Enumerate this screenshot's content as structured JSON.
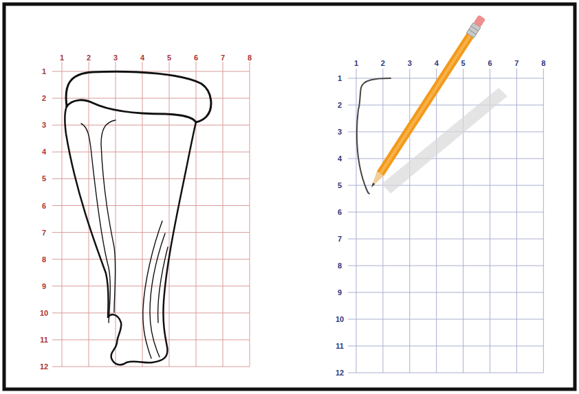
{
  "diagram": {
    "labels": [
      "1",
      "2",
      "3",
      "4",
      "5",
      "6",
      "7",
      "8",
      "1",
      "2",
      "3",
      "4",
      "5",
      "6",
      "7",
      "8",
      "9",
      "10",
      "11",
      "12",
      "1",
      "2",
      "3",
      "4",
      "5",
      "6",
      "7",
      "8",
      "1",
      "2",
      "3",
      "4",
      "5",
      "6",
      "7",
      "8",
      "9",
      "10",
      "11",
      "12"
    ]
  }
}
